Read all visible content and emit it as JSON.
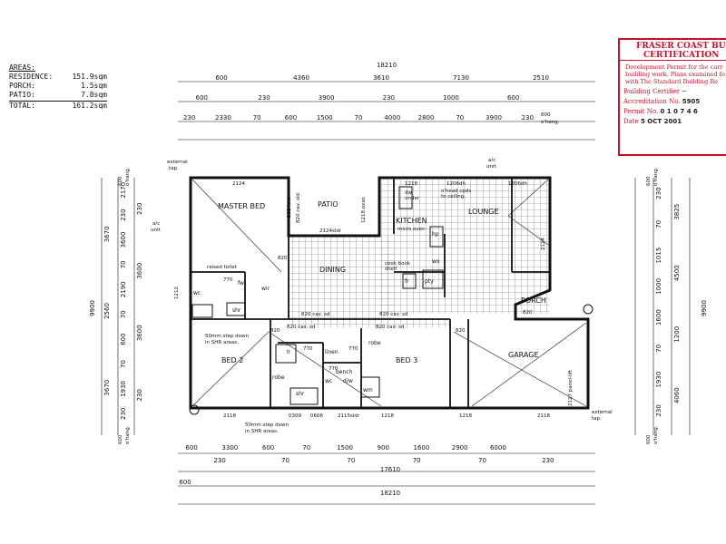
{
  "areas": {
    "header": "AREAS:",
    "rows": [
      {
        "label": "RESIDENCE:",
        "value": "151.9sqm"
      },
      {
        "label": "PORCH:",
        "value": "1.5sqm"
      },
      {
        "label": "PATIO:",
        "value": "7.8sqm"
      },
      {
        "label": "TOTAL:",
        "value": "161.2sqm"
      }
    ]
  },
  "certification": {
    "title1": "FRASER COAST BUILD",
    "title2": "CERTIFICATION",
    "body": [
      "Development Permit for the carr",
      "building work. Plans examined fo",
      "with The Standard Building Re"
    ],
    "certifier_label": "Building Certifier",
    "accreditation_label": "Accreditation No.",
    "accreditation_no": "5905",
    "permit_label": "Permit No.",
    "permit_no": "0 1 0 7 4 6",
    "date_label": "Date",
    "date": "5 OCT 2001"
  },
  "rooms": {
    "master_bed": "MASTER BED",
    "patio": "PATIO",
    "kitchen": "KITCHEN",
    "lounge": "LOUNGE",
    "dining": "DINING",
    "porch": "PORCH",
    "garage": "GARAGE",
    "bed2": "BED 2",
    "bed3": "BED 3",
    "wc1": "wc",
    "wir": "wir",
    "shr1": "shr",
    "robe1": "robe",
    "robe2": "robe",
    "linen": "linen",
    "shr2": "shr",
    "bench": "bench",
    "dw": "d/w",
    "wm": "wm",
    "wc2": "wc",
    "pty": "pty",
    "fr": "fr",
    "hp": "hp",
    "wo": "wo",
    "lr": "lr",
    "fw": "fw"
  },
  "notes": {
    "ext_tap_tl": [
      "external",
      "tap."
    ],
    "ac_unit_tr": [
      "a/c",
      "unit"
    ],
    "ac_unit_left": [
      "a/c",
      "unit"
    ],
    "raised_toilet": "raised toilet",
    "step_down_1": [
      "50mm step down",
      "in SHR areas."
    ],
    "step_down_2": [
      "50mm step down",
      "in SHR areas."
    ],
    "micro_oven": "micro oven",
    "dw_under": [
      "dw",
      "under"
    ],
    "ohead": [
      "o'head cpds",
      "to ceiling."
    ],
    "cook_shelf": [
      "cook book",
      "shelf"
    ],
    "oxxo": "1218 oxxo",
    "cav_sld_1": "820 cav. sd",
    "cav_sld_2": "820 cav. sd",
    "cav_sld_3": "820 cav. sd",
    "cav_sld_4": "820 cav. sd",
    "cav_sld_v": "820 cav. sld",
    "panel_lift": "2127 panel-lift",
    "ext_tap_br": [
      "external",
      "tap."
    ],
    "ohang_tl": [
      "600",
      "o'hang."
    ],
    "ohang_bl": [
      "600",
      "o'hang."
    ],
    "ohang_tr": [
      "600",
      "o'hang."
    ],
    "ohang_br": [
      "600",
      "o'hang."
    ],
    "ohang_top": [
      "600",
      "o'hang."
    ],
    "win_2124a": "2124",
    "win_2124b": "2124sldr",
    "win_2124c": "2124sldr",
    "win_1218t": "1218",
    "win_1206a": "1206dh",
    "win_1206b": "1206dh",
    "win_1212": "1212",
    "win_2124r": "2124",
    "win_820a": "820",
    "win_820b": "820",
    "win_820c": "820",
    "win_820d": "820",
    "win_2118a": "2118",
    "win_0309": "0309",
    "win_0606": "0606",
    "win_2115": "2115sldr",
    "win_1218b": "1218",
    "win_1218c": "1218",
    "win_2118b": "2118",
    "win_770a": "770",
    "win_770b": "770",
    "win_770c": "770",
    "win_770d": "770"
  },
  "dims": {
    "top_total": "18210",
    "top_r1": [
      "600",
      "4360",
      "3610",
      "7130",
      "2510"
    ],
    "top_r2": [
      "600",
      "230",
      "3900",
      "230",
      "1000",
      "600"
    ],
    "top_r3": [
      "230",
      "2330",
      "70",
      "600",
      "1500",
      "70",
      "4000",
      "2800",
      "70",
      "3900",
      "230"
    ],
    "bottom_r1": [
      "600",
      "3300",
      "600",
      "70",
      "1500",
      "900",
      "1600",
      "2900",
      "6000"
    ],
    "bottom_r2": [
      "230",
      "70",
      "70",
      "70",
      "70",
      "230"
    ],
    "bottom_mid": "17610",
    "bottom_left": "600",
    "bottom_total": "18210",
    "left_total": "9900",
    "left_r1": [
      "3670",
      "2560",
      "3670"
    ],
    "left_r2": [
      "2170",
      "230",
      "3600",
      "70",
      "2190",
      "70",
      "600",
      "70",
      "1930",
      "230"
    ],
    "left_r3": [
      "230",
      "3600",
      "3600",
      "230"
    ],
    "right_total": "9900",
    "right_r1": [
      "3825",
      "4500",
      "1200",
      "4060"
    ],
    "right_r2": [
      "230",
      "70",
      "1015",
      "1000",
      "1600",
      "70",
      "1930",
      "230"
    ]
  }
}
